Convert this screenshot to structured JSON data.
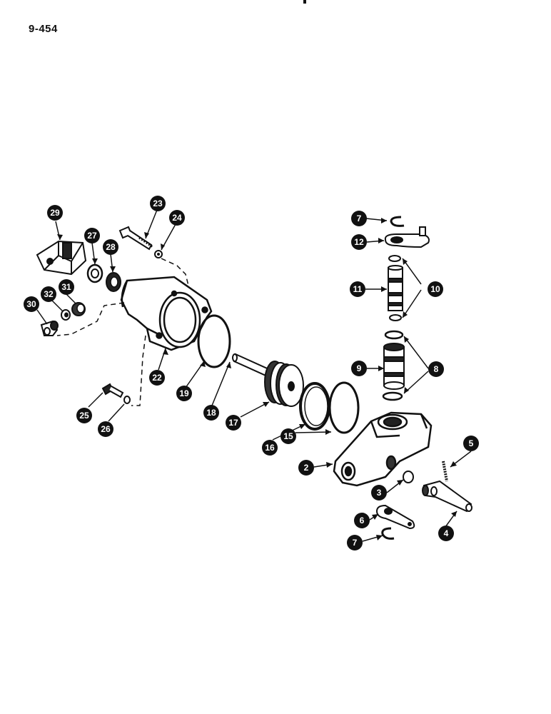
{
  "page_number": "9-454",
  "callouts": [
    {
      "id": "29",
      "label": "29"
    },
    {
      "id": "23",
      "label": "23"
    },
    {
      "id": "24",
      "label": "24"
    },
    {
      "id": "27",
      "label": "27"
    },
    {
      "id": "28",
      "label": "28"
    },
    {
      "id": "31",
      "label": "31"
    },
    {
      "id": "32",
      "label": "32"
    },
    {
      "id": "30",
      "label": "30"
    },
    {
      "id": "22",
      "label": "22"
    },
    {
      "id": "19",
      "label": "19"
    },
    {
      "id": "18",
      "label": "18"
    },
    {
      "id": "17",
      "label": "17"
    },
    {
      "id": "16",
      "label": "16"
    },
    {
      "id": "15",
      "label": "15"
    },
    {
      "id": "25",
      "label": "25"
    },
    {
      "id": "26",
      "label": "26"
    },
    {
      "id": "7a",
      "label": "7"
    },
    {
      "id": "12",
      "label": "12"
    },
    {
      "id": "11",
      "label": "11"
    },
    {
      "id": "10",
      "label": "10"
    },
    {
      "id": "9",
      "label": "9"
    },
    {
      "id": "8",
      "label": "8"
    },
    {
      "id": "2",
      "label": "2"
    },
    {
      "id": "5",
      "label": "5"
    },
    {
      "id": "3",
      "label": "3"
    },
    {
      "id": "6",
      "label": "6"
    },
    {
      "id": "4",
      "label": "4"
    },
    {
      "id": "7b",
      "label": "7"
    }
  ]
}
